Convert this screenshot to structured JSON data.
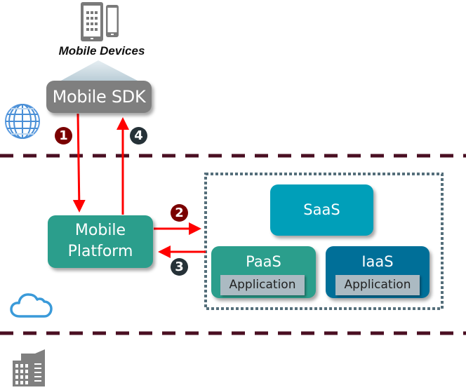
{
  "diagram": {
    "devices": {
      "caption": "Mobile Devices",
      "icon": "mobile-devices-icon"
    },
    "sdk": {
      "label": "Mobile SDK"
    },
    "platform": {
      "label_line1": "Mobile",
      "label_line2": "Platform"
    },
    "cloud_services": {
      "saas": {
        "label": "SaaS"
      },
      "paas": {
        "label": "PaaS",
        "app_label": "Application"
      },
      "iaas": {
        "label": "IaaS",
        "app_label": "Application"
      }
    },
    "steps": [
      {
        "number": "1",
        "from": "Mobile SDK",
        "to": "Mobile Platform",
        "color": "#7a0000"
      },
      {
        "number": "2",
        "from": "Mobile Platform",
        "to": "Cloud Services",
        "color": "#7a0000"
      },
      {
        "number": "3",
        "from": "Cloud Services",
        "to": "Mobile Platform",
        "color": "#263238"
      },
      {
        "number": "4",
        "from": "Mobile Platform",
        "to": "Mobile SDK",
        "color": "#263238"
      }
    ],
    "zones": [
      {
        "name": "internet",
        "icon": "globe-icon"
      },
      {
        "name": "cloud",
        "icon": "cloud-icon"
      },
      {
        "name": "on-premise",
        "icon": "building-icon"
      }
    ],
    "colors": {
      "sdk": "#7f7f7f",
      "platform": "#2b9e8c",
      "saas": "#009fb9",
      "paas": "#2b9e8c",
      "iaas": "#006f98",
      "application": "#abbac2",
      "arrow": "#ff0000",
      "zone_divider": "#4a0f22",
      "services_border": "#546e7a"
    }
  }
}
